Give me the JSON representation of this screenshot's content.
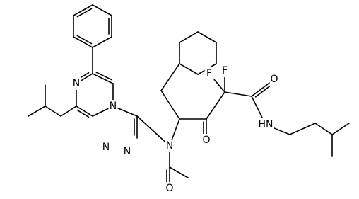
{
  "molecule": {
    "atoms": [
      {
        "id": "N_pyrazine",
        "label": "N"
      },
      {
        "id": "N_ring_fused",
        "label": "N"
      },
      {
        "id": "N_triazole_1",
        "label": "N"
      },
      {
        "id": "N_triazole_2",
        "label": "N"
      },
      {
        "id": "N_amide",
        "label": "N"
      },
      {
        "id": "O_acetyl",
        "label": "O"
      },
      {
        "id": "O_ketone",
        "label": "O"
      },
      {
        "id": "O_amide",
        "label": "O"
      },
      {
        "id": "NH_amide",
        "label": "HN"
      },
      {
        "id": "F_1",
        "label": "F"
      },
      {
        "id": "F_2",
        "label": "F"
      }
    ]
  }
}
